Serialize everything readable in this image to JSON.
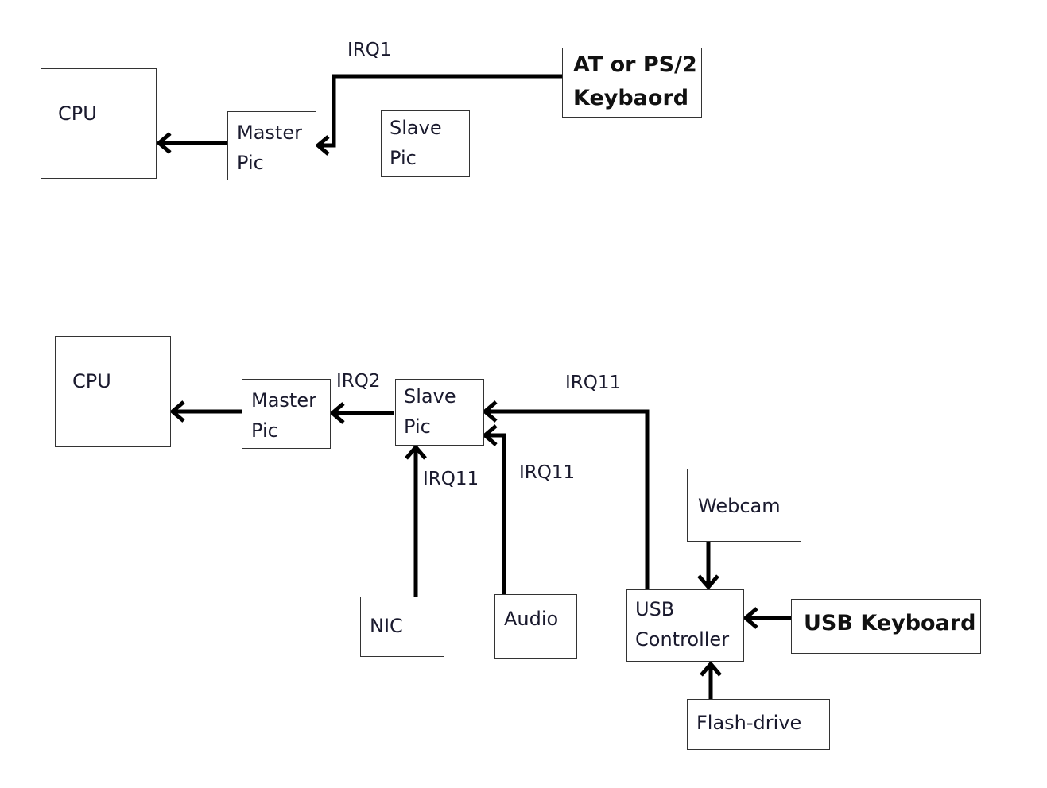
{
  "top": {
    "cpu": "CPU",
    "master_pic": [
      "Master",
      "Pic"
    ],
    "slave_pic": [
      "Slave",
      "Pic"
    ],
    "keyboard": [
      "AT or PS/2",
      "Keybaord"
    ],
    "irq_keyboard": "IRQ1"
  },
  "bottom": {
    "cpu": "CPU",
    "master_pic": [
      "Master",
      "Pic"
    ],
    "slave_pic": [
      "Slave",
      "Pic"
    ],
    "irq_slave_to_master": "IRQ2",
    "irq_usb": "IRQ11",
    "irq_nic": "IRQ11",
    "irq_audio": "IRQ11",
    "nic": "NIC",
    "audio": "Audio",
    "usb_controller": [
      "USB",
      "Controller"
    ],
    "webcam": "Webcam",
    "usb_keyboard": "USB Keyboard",
    "flash_drive": "Flash-drive"
  }
}
